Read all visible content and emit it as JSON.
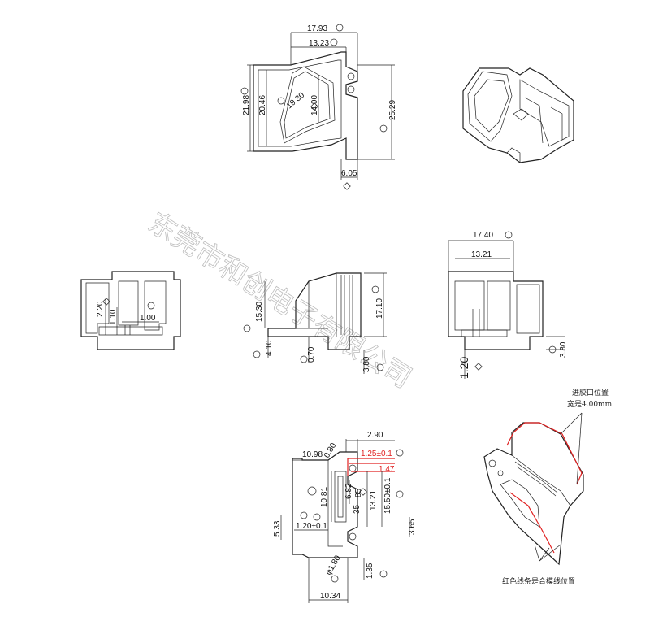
{
  "watermark": "东莞市和创电子有限公司",
  "top_view": {
    "d_17_93": "17.93",
    "d_13_23": "13.23",
    "d_21_98": "21.98",
    "d_20_46": "20.46",
    "d_19_30": "19.30",
    "d_14_00": "14.00",
    "d_25_29": "25.29",
    "d_6_05": "6.05"
  },
  "left_side": {
    "d_2_20": "2.20",
    "d_1_10": "1.10",
    "d_1_00": "1.00"
  },
  "front_view": {
    "d_15_30": "15.30",
    "d_17_10": "17.10",
    "d_4_10": "4.10",
    "d_0_70": "0.70",
    "d_3_80": "3.80"
  },
  "right_side": {
    "d_17_40": "17.40",
    "d_13_21": "13.21",
    "d_1_20": "1.20",
    "d_3_80": "3.80"
  },
  "bottom_view": {
    "d_2_90": "2.90",
    "d_0_80": "0.80",
    "d_1_25": "1.25±0.1",
    "d_10_98": "10.98",
    "d_1_47": "1.47",
    "d_10_81": "10.81",
    "d_6_82": "6.82",
    "d_13_21": "13.21",
    "d_15_50": "15.50±0.1",
    "d_35": "35",
    "d_85": "85",
    "d_5_33": "5.33",
    "d_1_20": "1.20±0.1",
    "d_3_65": "3.65",
    "d_phi_1_80": "φ1.80",
    "d_1_35": "1.35",
    "d_10_34": "10.34"
  },
  "notes": {
    "gate_line1": "进胶口位置",
    "gate_line2": "宽是4.00mm",
    "parting_line": "红色线条是合模线位置"
  }
}
